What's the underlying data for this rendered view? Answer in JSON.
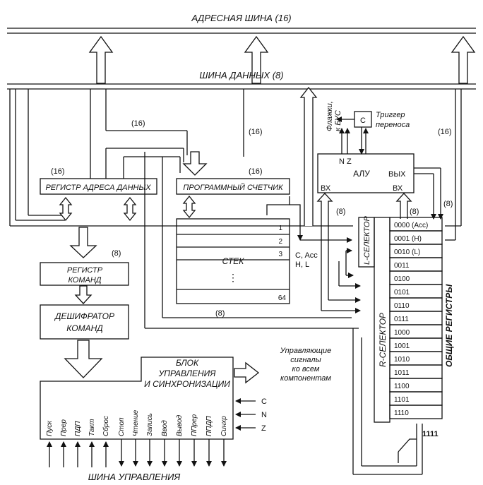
{
  "buses": {
    "address_bus": "АДРЕСНАЯ ШИНА (16)",
    "data_bus": "ШИНА ДАННЫХ (8)",
    "control_bus": "ШИНА УПРАВЛЕНИЯ"
  },
  "width_labels": {
    "w16_a": "(16)",
    "w16_b": "(16)",
    "w16_c": "(16)",
    "w16_d": "(16)",
    "w16_e": "(16)",
    "w8_a": "(8)",
    "w8_b": "(8)",
    "w8_c": "(8)",
    "w8_d": "(8)",
    "w8_e": "(8)"
  },
  "blocks": {
    "address_register": "РЕГИСТР АДРЕСА ДАННЫХ",
    "program_counter": "ПРОГРАММНЫЙ СЧЕТЧИК",
    "instruction_register_line1": "РЕГИСТР",
    "instruction_register_line2": "КОМАНД",
    "decoder_line1": "ДЕШИФРАТОР",
    "decoder_line2": "КОМАНД",
    "control_unit_line1": "БЛОК",
    "control_unit_line2": "УПРАВЛЕНИЯ",
    "control_unit_line3": "И СИНХРОНИЗАЦИИ",
    "alu": "АЛУ",
    "alu_out": "ВЫХ",
    "alu_in_left": "ВХ",
    "alu_in_right": "ВХ",
    "alu_nz": "N Z",
    "carry_box": "C",
    "carry_label_line1": "Триггер",
    "carry_label_line2": "переноса",
    "flags_line1": "Флажки,",
    "flags_line2": "к БУС",
    "l_selector": "L-СЕЛЕКТОР",
    "r_selector": "R-СЕЛЕКТОР",
    "general_registers": "ОБЩИЕ РЕГИСТРЫ"
  },
  "stack": {
    "title": "СТЕК",
    "dots": "⋮",
    "rows": [
      "1",
      "2",
      "3",
      "64"
    ],
    "side_line1": "C, Acc",
    "side_line2": "H, L"
  },
  "registers": [
    "0000 (Acc)",
    "0001 (H)",
    "0010 (L)",
    "0011",
    "0100",
    "0101",
    "0110",
    "0111",
    "1000",
    "1001",
    "1010",
    "1011",
    "1100",
    "1101",
    "1110"
  ],
  "register_last": "1111",
  "control_signals": [
    "Пуск",
    "Прер",
    "ПДП",
    "Такт",
    "Сброс",
    "Стоп",
    "Чтение",
    "Запись",
    "Ввод",
    "Вывод",
    "ППрер",
    "ППДП",
    "Синхр"
  ],
  "status_inputs": [
    "C",
    "N",
    "Z"
  ],
  "control_note": [
    "Управляющие",
    "сигналы",
    "ко всем",
    "компонентам"
  ]
}
